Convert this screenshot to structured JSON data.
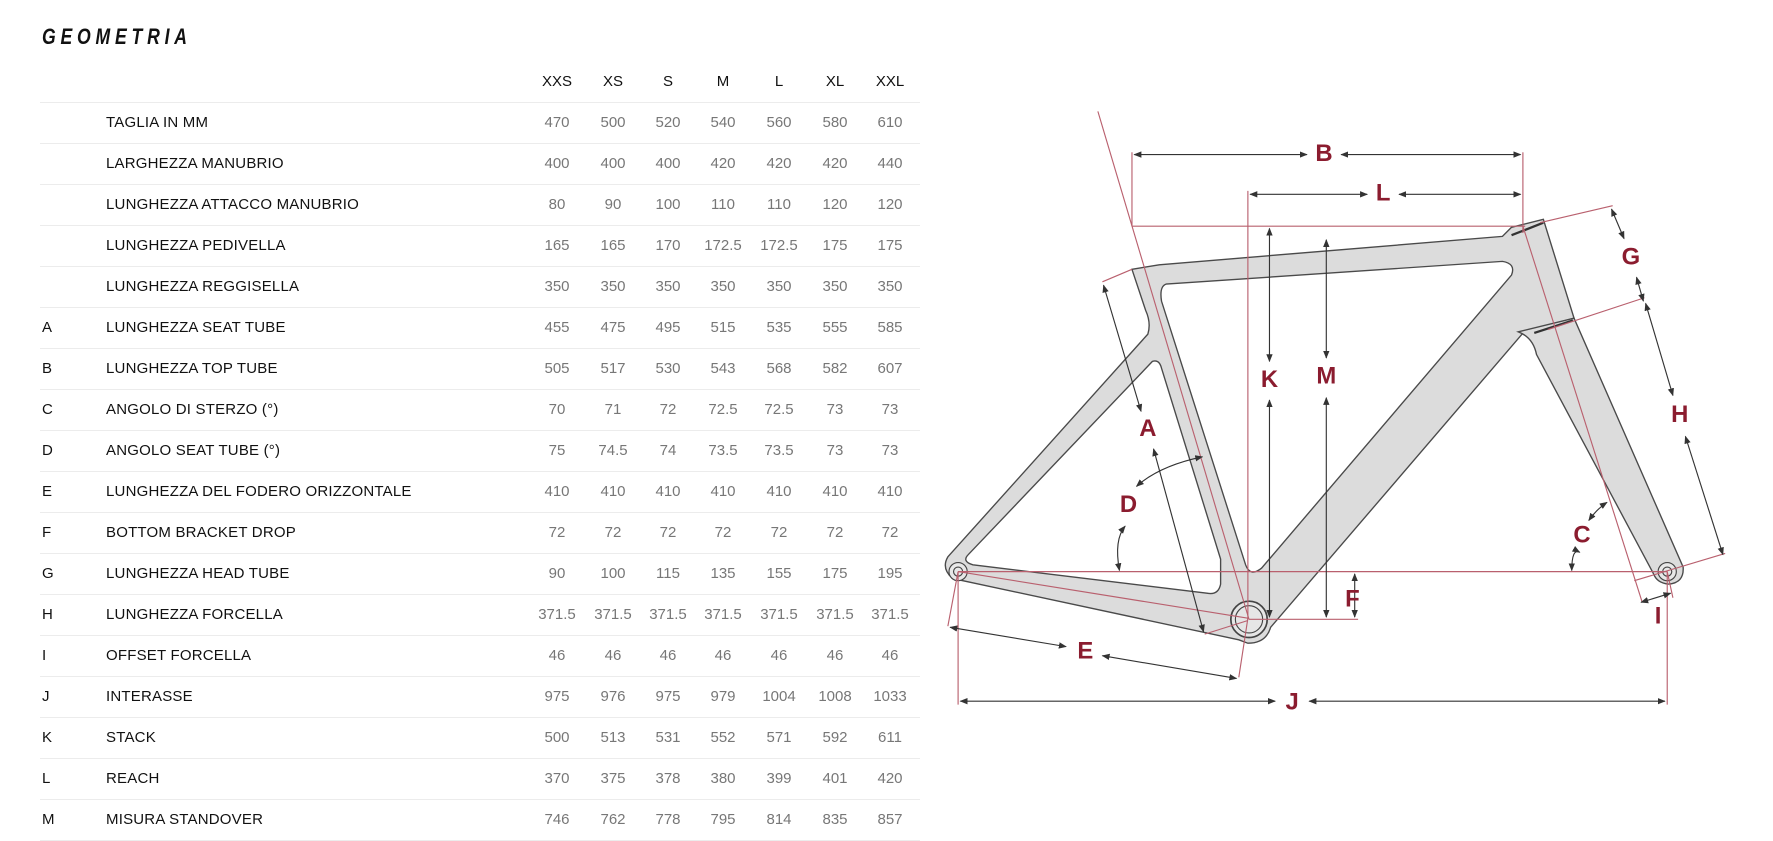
{
  "title": "GEOMETRIA",
  "sizes": [
    "XXS",
    "XS",
    "S",
    "M",
    "L",
    "XL",
    "XXL"
  ],
  "rows": [
    {
      "letter": "",
      "label": "TAGLIA IN MM",
      "values": [
        "470",
        "500",
        "520",
        "540",
        "560",
        "580",
        "610"
      ]
    },
    {
      "letter": "",
      "label": "LARGHEZZA MANUBRIO",
      "values": [
        "400",
        "400",
        "400",
        "420",
        "420",
        "420",
        "440"
      ]
    },
    {
      "letter": "",
      "label": "LUNGHEZZA ATTACCO MANUBRIO",
      "values": [
        "80",
        "90",
        "100",
        "110",
        "110",
        "120",
        "120"
      ]
    },
    {
      "letter": "",
      "label": "LUNGHEZZA PEDIVELLA",
      "values": [
        "165",
        "165",
        "170",
        "172.5",
        "172.5",
        "175",
        "175"
      ]
    },
    {
      "letter": "",
      "label": "LUNGHEZZA REGGISELLA",
      "values": [
        "350",
        "350",
        "350",
        "350",
        "350",
        "350",
        "350"
      ]
    },
    {
      "letter": "A",
      "label": "LUNGHEZZA SEAT TUBE",
      "values": [
        "455",
        "475",
        "495",
        "515",
        "535",
        "555",
        "585"
      ]
    },
    {
      "letter": "B",
      "label": "LUNGHEZZA TOP TUBE",
      "values": [
        "505",
        "517",
        "530",
        "543",
        "568",
        "582",
        "607"
      ]
    },
    {
      "letter": "C",
      "label": "ANGOLO DI STERZO (°)",
      "values": [
        "70",
        "71",
        "72",
        "72.5",
        "72.5",
        "73",
        "73"
      ]
    },
    {
      "letter": "D",
      "label": "ANGOLO SEAT TUBE (°)",
      "values": [
        "75",
        "74.5",
        "74",
        "73.5",
        "73.5",
        "73",
        "73"
      ]
    },
    {
      "letter": "E",
      "label": "LUNGHEZZA DEL FODERO ORIZZONTALE",
      "values": [
        "410",
        "410",
        "410",
        "410",
        "410",
        "410",
        "410"
      ]
    },
    {
      "letter": "F",
      "label": "BOTTOM BRACKET DROP",
      "values": [
        "72",
        "72",
        "72",
        "72",
        "72",
        "72",
        "72"
      ]
    },
    {
      "letter": "G",
      "label": "LUNGHEZZA HEAD TUBE",
      "values": [
        "90",
        "100",
        "115",
        "135",
        "155",
        "175",
        "195"
      ]
    },
    {
      "letter": "H",
      "label": "LUNGHEZZA FORCELLA",
      "values": [
        "371.5",
        "371.5",
        "371.5",
        "371.5",
        "371.5",
        "371.5",
        "371.5"
      ]
    },
    {
      "letter": "I",
      "label": "OFFSET FORCELLA",
      "values": [
        "46",
        "46",
        "46",
        "46",
        "46",
        "46",
        "46"
      ]
    },
    {
      "letter": "J",
      "label": "INTERASSE",
      "values": [
        "975",
        "976",
        "975",
        "979",
        "1004",
        "1008",
        "1033"
      ]
    },
    {
      "letter": "K",
      "label": "STACK",
      "values": [
        "500",
        "513",
        "531",
        "552",
        "571",
        "592",
        "611"
      ]
    },
    {
      "letter": "L",
      "label": "REACH",
      "values": [
        "370",
        "375",
        "378",
        "380",
        "399",
        "401",
        "420"
      ]
    },
    {
      "letter": "M",
      "label": "MISURA STANDOVER",
      "values": [
        "746",
        "762",
        "778",
        "795",
        "814",
        "835",
        "857"
      ]
    }
  ],
  "diagram": {
    "labels": {
      "A": "A",
      "B": "B",
      "C": "C",
      "D": "D",
      "E": "E",
      "F": "F",
      "G": "G",
      "H": "H",
      "I": "I",
      "J": "J",
      "K": "K",
      "L": "L",
      "M": "M"
    },
    "colors": {
      "label": "#8b1c2f",
      "reference": "#b9606e",
      "frame": "#dcdcdc"
    }
  }
}
